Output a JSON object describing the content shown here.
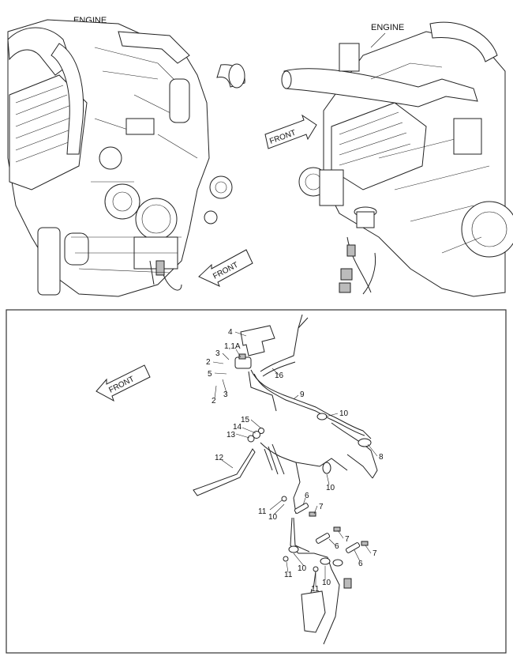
{
  "panels": {
    "left_engine": {
      "caption": "ENGINE",
      "front_label": "FRONT"
    },
    "right_engine": {
      "caption": "ENGINE",
      "front_label": "FRONT"
    },
    "harness": {
      "front_label": "FRONT",
      "callouts": {
        "c4": "4",
        "c1_1a": "1,1A",
        "c2a": "2",
        "c3a": "3",
        "c5": "5",
        "c3b": "3",
        "c2b": "2",
        "c16": "16",
        "c9": "9",
        "c10a": "10",
        "c15": "15",
        "c14": "14",
        "c13": "13",
        "c8": "8",
        "c12": "12",
        "c10b": "10",
        "c6a": "6",
        "c7a": "7",
        "c11a": "11",
        "c10c": "10",
        "c7b": "7",
        "c6b": "6",
        "c7c": "7",
        "c6c": "6",
        "c11b": "11",
        "c10d": "10",
        "c10e": "10",
        "c11c": "11"
      }
    }
  },
  "colors": {
    "line": "#222222",
    "frame": "#333333",
    "background": "#ffffff"
  },
  "icons": [
    "front-arrow-icon",
    "engine-illustration",
    "wiring-harness-illustration"
  ]
}
